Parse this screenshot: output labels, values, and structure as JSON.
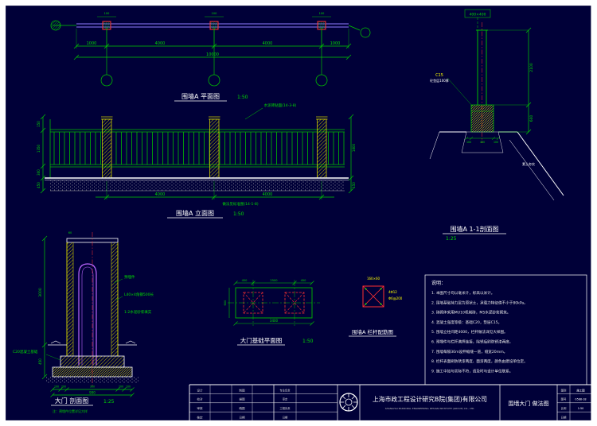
{
  "colors": {
    "background": "#000038",
    "line_white": "#ffffff",
    "dim_green": "#00cc00",
    "axis_purple": "#8f7bff",
    "detail_red": "#ff3030",
    "hatch_yellow": "#cccc00",
    "label_yellow": "#ffff00"
  },
  "plan": {
    "title": "围墙A 平面图",
    "scale": "1:50",
    "post_dim": "100",
    "dims": [
      "1000",
      "4000",
      "4000",
      "1000"
    ],
    "dim_total": "10000"
  },
  "elevation": {
    "title": "围墙A 立面图",
    "scale": "1:50",
    "note_top": "水泥砖贴面(14-3-8)",
    "note_bottom": "做法见标准图(14-1-8)",
    "dims_left": [
      "150",
      "1350",
      "300",
      "450"
    ],
    "dims_right": [
      "1800",
      "450"
    ],
    "dims_bottom": [
      "4000",
      "4000"
    ]
  },
  "section11": {
    "title": "围墙A 1-1剖面图",
    "scale": "1:25",
    "label_top": "400×400",
    "label_c15": "C15",
    "label_cushion": "砼垫层100厚",
    "label_soil": "素土夯实",
    "dim_height": "2100",
    "dim_footing": "600",
    "dims_small": [
      "100",
      "400",
      "100"
    ]
  },
  "gate_section": {
    "title": "大门 剖面图",
    "scale": "1:25",
    "label_embed": "预埋件",
    "label_angle": "L40×4角钢500长",
    "label_fill": "1:2水泥砂浆填实",
    "label_found": "C20混凝土基础",
    "dim_top": "60",
    "dim_height": "3000",
    "dim_found": "450",
    "dims_bottom": [
      "100",
      "200",
      "300",
      "200",
      "100"
    ],
    "dim_total": "900",
    "note": "注：预埋件位置详见大样"
  },
  "gate_foundation": {
    "title": "大门基础平面图",
    "scale": "1:50",
    "dims_top": [
      "450",
      "2500",
      "450"
    ],
    "dim_left": "600",
    "dim_bottom": "3400"
  },
  "railing": {
    "title": "围墙A 栏杆配筋图",
    "label_size": "160×60",
    "label_rebar": "4Φ12",
    "label_stirrup": "Φ6@200"
  },
  "notes": {
    "title": "说明：",
    "items": [
      "1. 本图尺寸均以毫米计，标高以米计。",
      "2. 围墙基础持力层为原状土，承载力特征值不小于80kPa。",
      "3. 砖砌体采用MU10机制砖，M5水泥砂浆砌筑。",
      "4. 混凝土强度等级：基础C20，垫层C15。",
      "5. 围墙立柱间距4000，栏杆做法详见大样图。",
      "6. 预埋件与栏杆满焊连接，除锈后刷防锈漆两度。",
      "7. 围墙每隔30m设伸缩缝一道，缝宽20mm。",
      "8. 栏杆表面刷防锈漆两度、面漆两度，颜色由建设单位定。",
      "9. 施工中如与实际不符，请及时与设计单位联系。"
    ]
  },
  "titleblock": {
    "left_col1": [
      "设计",
      "校对",
      "审核",
      "核定"
    ],
    "left_col2": [
      "制图",
      "描图",
      "晒图",
      "日期"
    ],
    "mid_col": [
      "专业负责",
      "审定",
      "工程负责",
      "日期"
    ],
    "company": "上海市政工程设计研究B院(集团)有限公司",
    "company_en": "SHANGHAI MUNICIPAL ENGINEERING DESIGN INSTITUTE (GROUP) CO., LTD.",
    "drawing_title": "围墙大门 做法图",
    "right_labels": [
      "图别",
      "图号",
      "比例",
      "日期"
    ],
    "right_values": [
      "施工图",
      "0588-18",
      "1:50",
      ""
    ]
  }
}
